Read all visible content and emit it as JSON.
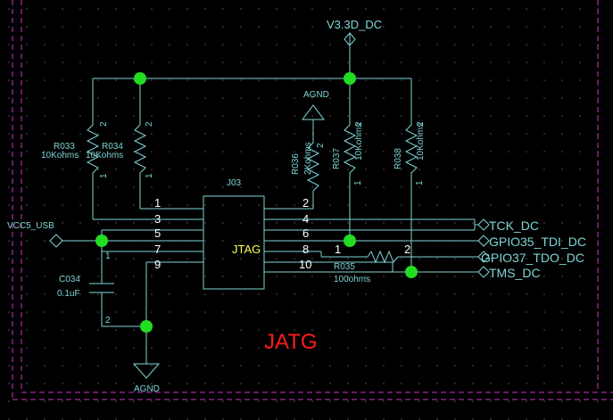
{
  "title": "JATG",
  "power_nets": {
    "v33": "V3.3D_DC",
    "vcc5": "VCC5_USB"
  },
  "grounds": {
    "top": "AGND",
    "bottom": "AGND"
  },
  "connector": {
    "ref": "J03",
    "label": "JTAG",
    "pins_left": [
      "1",
      "3",
      "5",
      "7",
      "9"
    ],
    "pins_right": [
      "2",
      "4",
      "6",
      "8",
      "10"
    ]
  },
  "resistors": {
    "r033": {
      "ref": "R033",
      "value": "10Kohms"
    },
    "r034": {
      "ref": "R034",
      "value": "10Kohms"
    },
    "r036": {
      "ref": "R036",
      "value": "2Kohms"
    },
    "r037": {
      "ref": "R037",
      "value": "10Kohms"
    },
    "r038": {
      "ref": "R038",
      "value": "10Kohms"
    },
    "r035": {
      "ref": "R035",
      "value": "100ohms"
    }
  },
  "capacitor": {
    "ref": "C034",
    "value": "0.1uF"
  },
  "pin_numbers": {
    "one": "1",
    "two": "2"
  },
  "signals": [
    "TCK_DC",
    "GPIO35_TDI_DC",
    "GPIO37_TDO_DC",
    "TMS_DC"
  ],
  "colors": {
    "wire": "#7fd4d4",
    "junction": "#22dd22",
    "title": "#ff1a1a",
    "border": "#cc33cc",
    "label": "#ffff55"
  }
}
